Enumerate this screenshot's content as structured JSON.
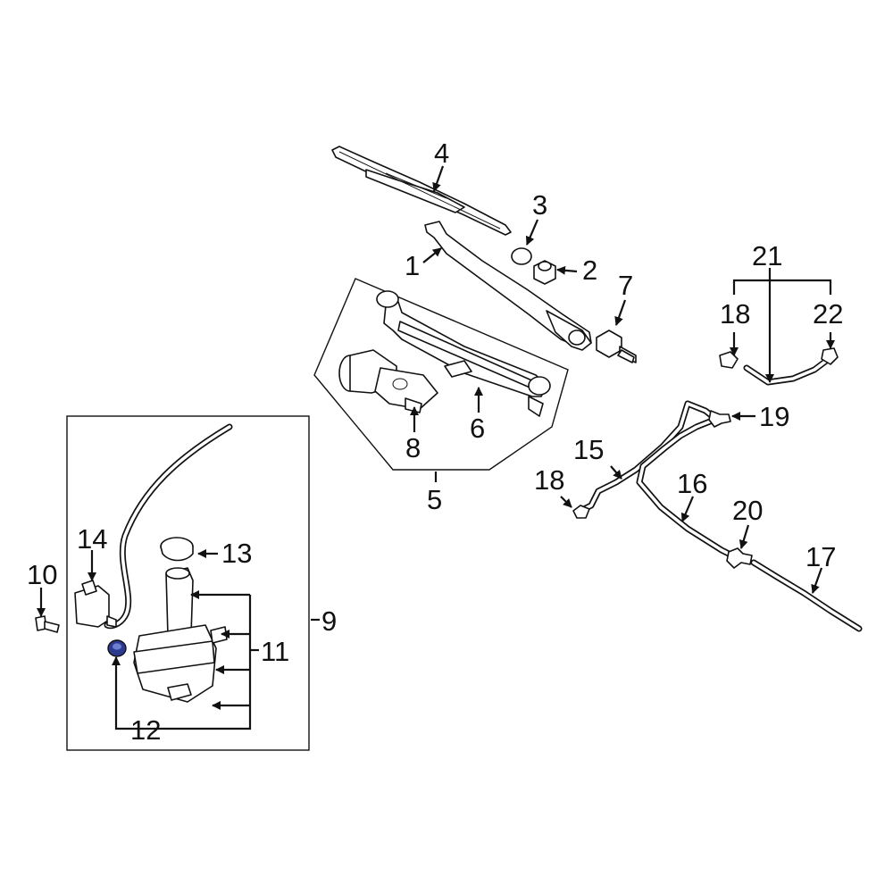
{
  "diagram": {
    "highlight_color": "#2b3a8f",
    "labels": {
      "p1": "1",
      "p2": "2",
      "p3": "3",
      "p4": "4",
      "p5": "5",
      "p6": "6",
      "p7": "7",
      "p8": "8",
      "p9": "9",
      "p10": "10",
      "p11": "11",
      "p12": "12",
      "p13": "13",
      "p14": "14",
      "p15": "15",
      "p16": "16",
      "p17": "17",
      "p18a": "18",
      "p18b": "18",
      "p19": "19",
      "p20": "20",
      "p21": "21",
      "p22": "22"
    }
  }
}
